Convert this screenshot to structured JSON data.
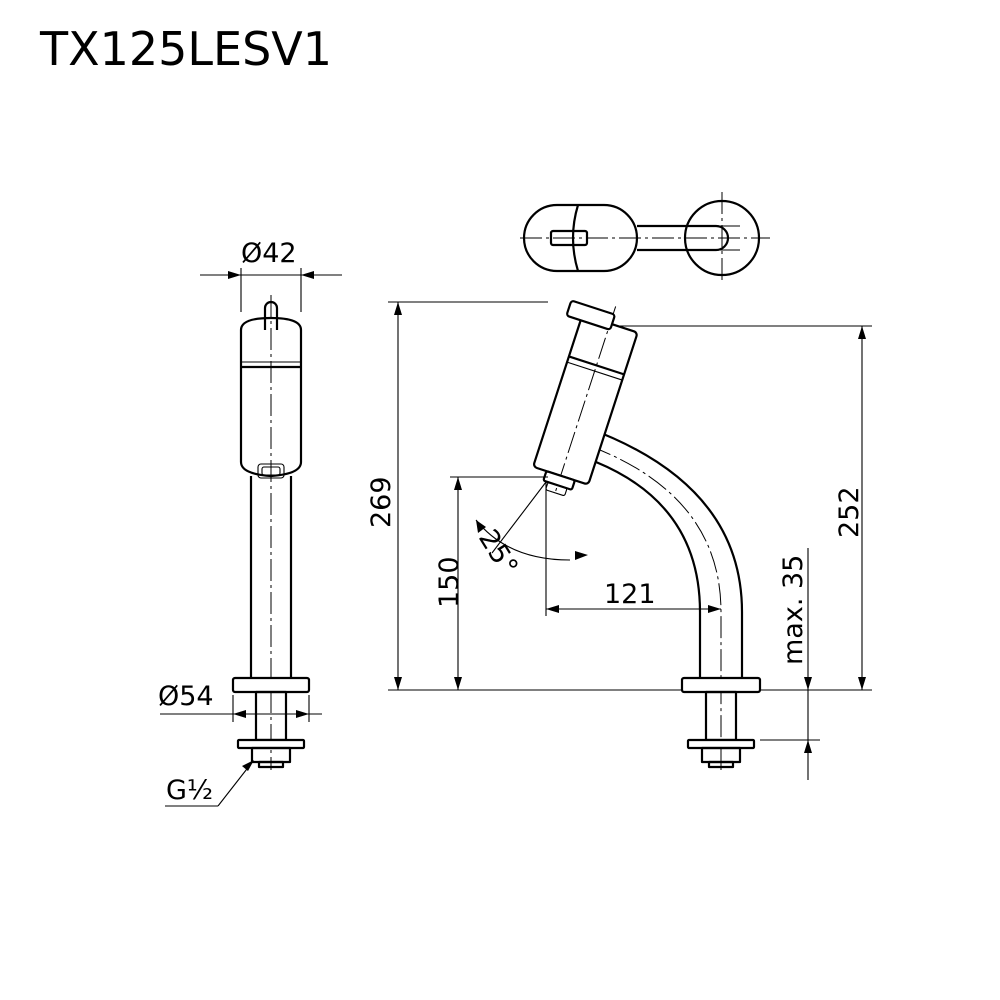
{
  "title": "TX125LESV1",
  "dimensions": {
    "top_diameter": "Ø42",
    "base_diameter": "Ø54",
    "thread": "G½",
    "total_height": "269",
    "outlet_height": "150",
    "spout_reach": "121",
    "angle": "25°",
    "body_height": "252",
    "max_thickness": "max. 35"
  }
}
